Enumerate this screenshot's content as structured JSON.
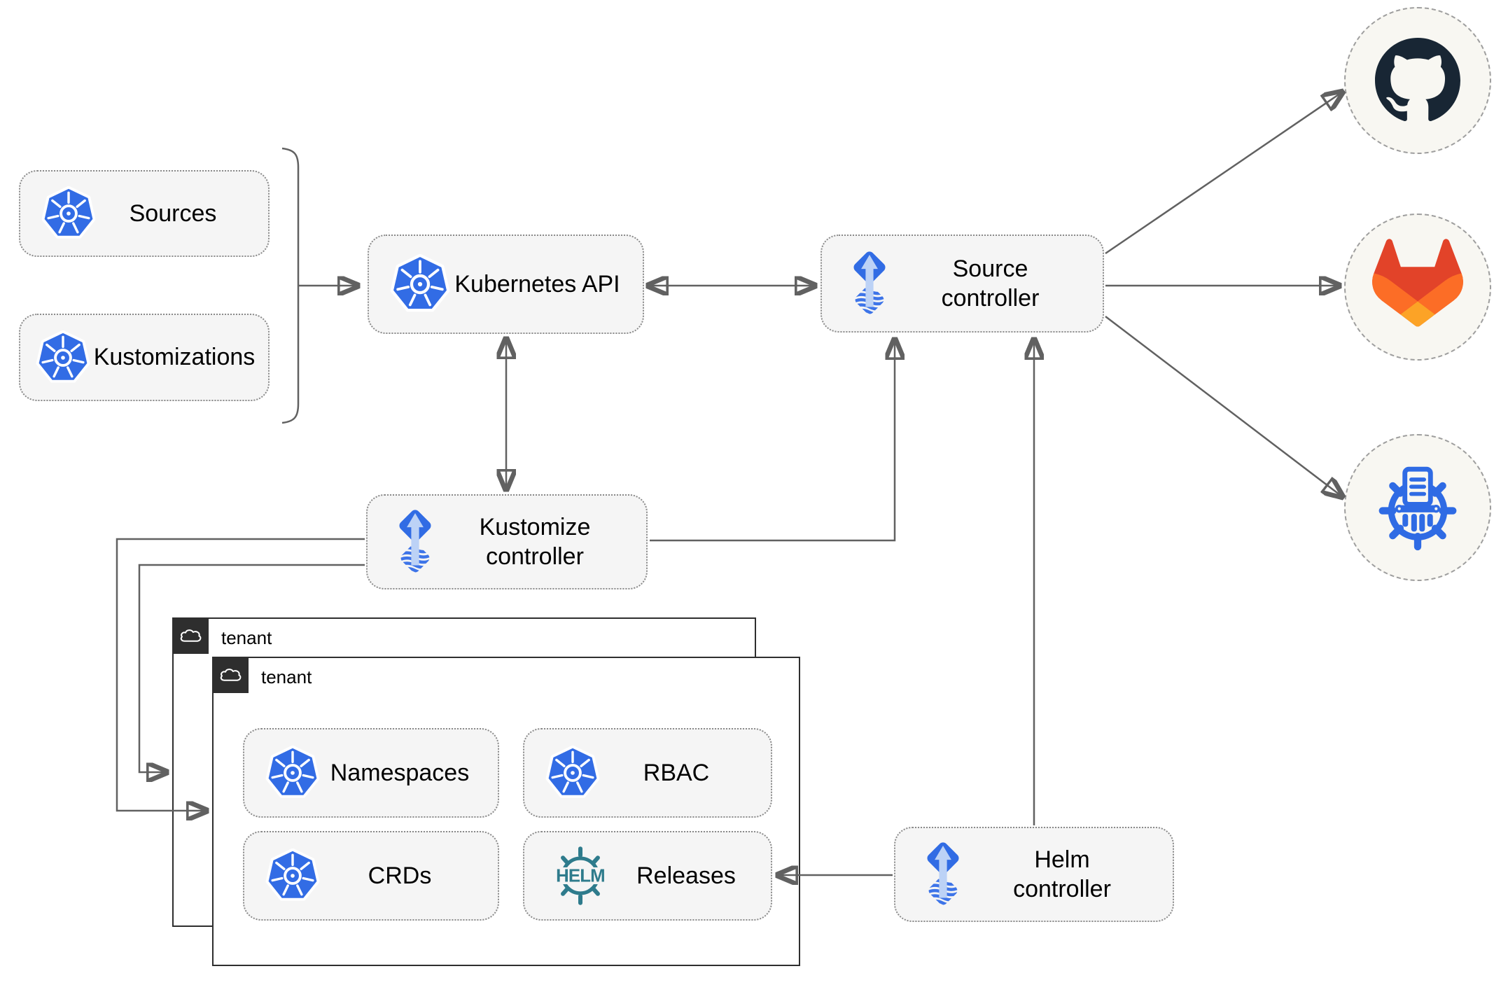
{
  "colors": {
    "kubernetes_blue": "#326CE5",
    "flux_blue": "#316CE4",
    "flux_arrow_light": "#BCD2F6",
    "helm_teal": "#2E7B8C",
    "chartmuseum_blue": "#2F6BE4",
    "github_dark": "#182634",
    "gitlab_red": "#E24329",
    "gitlab_orange": "#FC6D26",
    "gitlab_amber": "#FCA326",
    "connector_gray": "#616161",
    "node_fill": "#F5F5F5",
    "node_border": "#8A8A8A",
    "tenant_border": "#2E2E2E",
    "circle_fill": "#F8F7F2"
  },
  "nodes": {
    "sources": {
      "label": "Sources",
      "icon": "kubernetes-icon"
    },
    "kustomizations": {
      "label": "Kustomizations",
      "icon": "kubernetes-icon"
    },
    "kubernetes_api": {
      "label": "Kubernetes API",
      "icon": "kubernetes-icon"
    },
    "source_controller": {
      "label": "Source\ncontroller",
      "icon": "flux-icon"
    },
    "kustomize_controller": {
      "label": "Kustomize\ncontroller",
      "icon": "flux-icon"
    },
    "helm_controller": {
      "label": "Helm\ncontroller",
      "icon": "flux-icon"
    },
    "namespaces": {
      "label": "Namespaces",
      "icon": "kubernetes-icon"
    },
    "rbac": {
      "label": "RBAC",
      "icon": "kubernetes-icon"
    },
    "crds": {
      "label": "CRDs",
      "icon": "kubernetes-icon"
    },
    "releases": {
      "label": "Releases",
      "icon": "helm-icon"
    }
  },
  "groups": {
    "tenant_outer": {
      "label": "tenant",
      "icon": "cloud-icon"
    },
    "tenant_inner": {
      "label": "tenant",
      "icon": "cloud-icon"
    }
  },
  "external": {
    "github": {
      "icon": "github-icon"
    },
    "gitlab": {
      "icon": "gitlab-icon"
    },
    "chartmuseum": {
      "icon": "chartmuseum-icon"
    }
  },
  "helm_logo_text": "HELM"
}
